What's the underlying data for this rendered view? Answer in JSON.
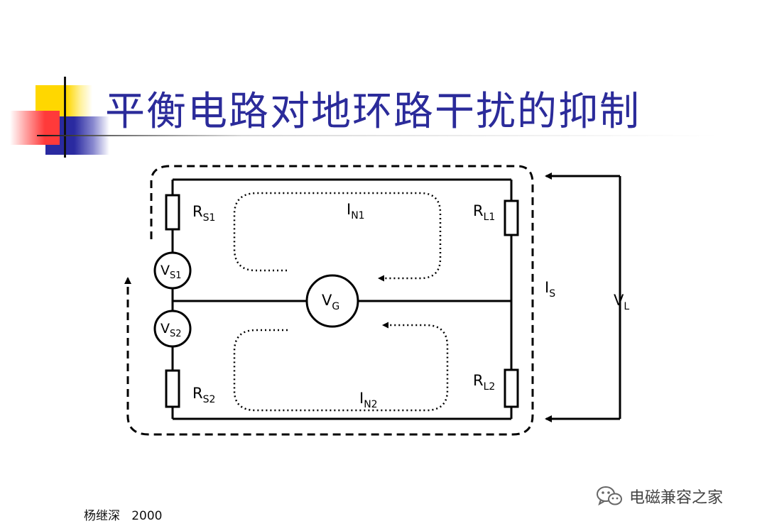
{
  "slide": {
    "title": "平衡电路对地环路干扰的抑制",
    "footer_author": "杨继深",
    "footer_year": "2000"
  },
  "watermark": {
    "icon": "wechat-icon",
    "text": "电磁兼容之家"
  },
  "colors": {
    "title": "#2b2b9a",
    "deco_yellow": "#ffd700",
    "deco_red": "#ff3a3a",
    "deco_blue": "#3333aa",
    "wire": "#000000"
  },
  "diagram": {
    "labels": {
      "rs1": {
        "main": "R",
        "sub": "S1"
      },
      "rs2": {
        "main": "R",
        "sub": "S2"
      },
      "rl1": {
        "main": "R",
        "sub": "L1"
      },
      "rl2": {
        "main": "R",
        "sub": "L2"
      },
      "vs1": {
        "main": "V",
        "sub": "S1"
      },
      "vs2": {
        "main": "V",
        "sub": "S2"
      },
      "vg": {
        "main": "V",
        "sub": "G"
      },
      "in1": {
        "main": "I",
        "sub": "N1"
      },
      "in2": {
        "main": "I",
        "sub": "N2"
      },
      "is": {
        "main": "I",
        "sub": "S"
      },
      "vl": {
        "main": "V",
        "sub": "L"
      }
    }
  }
}
